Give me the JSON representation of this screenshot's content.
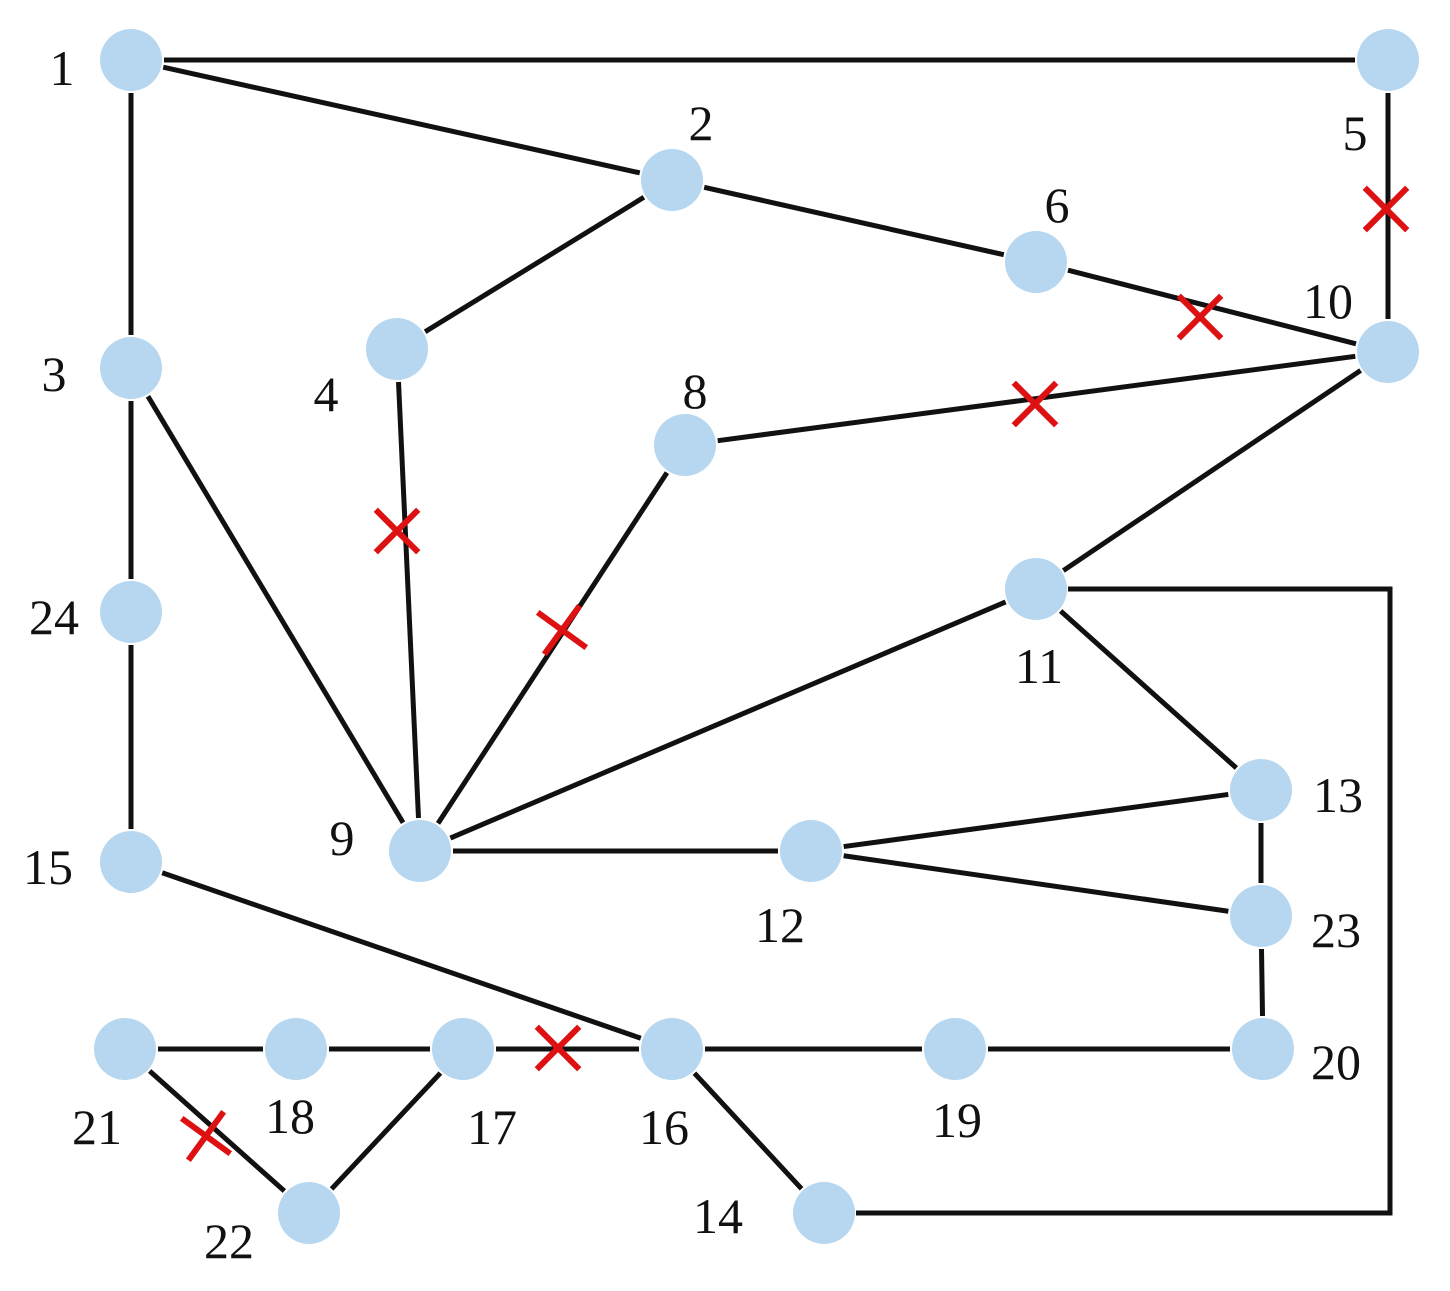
{
  "colors": {
    "node_fill": "#b6d7ef",
    "edge": "#111111",
    "cut_mark": "#dd1111"
  },
  "nodes": [
    {
      "id": "1",
      "label": "1"
    },
    {
      "id": "2",
      "label": "2"
    },
    {
      "id": "3",
      "label": "3"
    },
    {
      "id": "4",
      "label": "4"
    },
    {
      "id": "5",
      "label": "5"
    },
    {
      "id": "6",
      "label": "6"
    },
    {
      "id": "8",
      "label": "8"
    },
    {
      "id": "9",
      "label": "9"
    },
    {
      "id": "10",
      "label": "10"
    },
    {
      "id": "11",
      "label": "11"
    },
    {
      "id": "12",
      "label": "12"
    },
    {
      "id": "13",
      "label": "13"
    },
    {
      "id": "14",
      "label": "14"
    },
    {
      "id": "15",
      "label": "15"
    },
    {
      "id": "16",
      "label": "16"
    },
    {
      "id": "17",
      "label": "17"
    },
    {
      "id": "18",
      "label": "18"
    },
    {
      "id": "19",
      "label": "19"
    },
    {
      "id": "20",
      "label": "20"
    },
    {
      "id": "21",
      "label": "21"
    },
    {
      "id": "22",
      "label": "22"
    },
    {
      "id": "23",
      "label": "23"
    },
    {
      "id": "24",
      "label": "24"
    }
  ],
  "edges": [
    {
      "from": "1",
      "to": "5",
      "cut": false
    },
    {
      "from": "1",
      "to": "2",
      "cut": false
    },
    {
      "from": "1",
      "to": "3",
      "cut": false
    },
    {
      "from": "2",
      "to": "6",
      "cut": false
    },
    {
      "from": "2",
      "to": "4",
      "cut": false
    },
    {
      "from": "5",
      "to": "10",
      "cut": true
    },
    {
      "from": "6",
      "to": "10",
      "cut": true
    },
    {
      "from": "3",
      "to": "24",
      "cut": false
    },
    {
      "from": "3",
      "to": "9",
      "cut": false
    },
    {
      "from": "4",
      "to": "9",
      "cut": true
    },
    {
      "from": "8",
      "to": "10",
      "cut": true
    },
    {
      "from": "8",
      "to": "9",
      "cut": true
    },
    {
      "from": "10",
      "to": "11",
      "cut": false
    },
    {
      "from": "9",
      "to": "11",
      "cut": false
    },
    {
      "from": "11",
      "to": "14",
      "cut": false
    },
    {
      "from": "11",
      "to": "13",
      "cut": false
    },
    {
      "from": "9",
      "to": "12",
      "cut": false
    },
    {
      "from": "12",
      "to": "13",
      "cut": false
    },
    {
      "from": "12",
      "to": "23",
      "cut": false
    },
    {
      "from": "13",
      "to": "23",
      "cut": false
    },
    {
      "from": "23",
      "to": "20",
      "cut": false
    },
    {
      "from": "24",
      "to": "15",
      "cut": false
    },
    {
      "from": "15",
      "to": "16",
      "cut": false
    },
    {
      "from": "21",
      "to": "18",
      "cut": false
    },
    {
      "from": "18",
      "to": "17",
      "cut": false
    },
    {
      "from": "17",
      "to": "16",
      "cut": true
    },
    {
      "from": "16",
      "to": "19",
      "cut": false
    },
    {
      "from": "19",
      "to": "20",
      "cut": false
    },
    {
      "from": "16",
      "to": "14",
      "cut": false
    },
    {
      "from": "21",
      "to": "22",
      "cut": true
    },
    {
      "from": "22",
      "to": "17",
      "cut": false
    }
  ]
}
